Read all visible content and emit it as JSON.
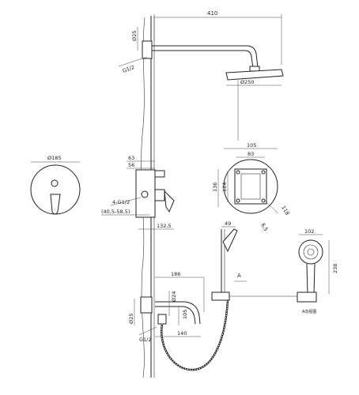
{
  "dimensions": {
    "arm_length": "410",
    "arm_tube": "Ø25",
    "arm_thread": "G1/2",
    "head_dia": "Ø250",
    "plate_dia": "Ø185",
    "valve_63": "63",
    "valve_56": "56",
    "valve_thread": "4-G1/2",
    "valve_range": "(40,5-58,5)",
    "valve_depth": "132,5",
    "body_105": "105",
    "body_83": "83",
    "body_136": "136",
    "body_124": "124",
    "body_118": "118",
    "body_63": "6,5",
    "handle_49": "49",
    "spout_186": "186",
    "spout_dia": "Ø24",
    "spout_105": "105",
    "spout_140": "140",
    "spout_thread": "G1/2",
    "spout_tube": "Ø25",
    "hand_102": "102",
    "hand_238": "238",
    "section_mark": "A",
    "view_a_label": "A向视图"
  }
}
